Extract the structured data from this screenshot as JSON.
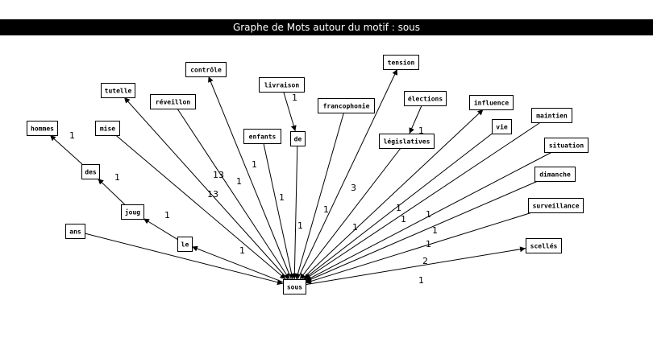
{
  "title": "Graphe de Mots autour du motif : sous",
  "nodes": [
    {
      "id": "sous",
      "label": "sous"
    },
    {
      "id": "hommes",
      "label": "hommes"
    },
    {
      "id": "des",
      "label": "des"
    },
    {
      "id": "joug",
      "label": "joug"
    },
    {
      "id": "le",
      "label": "le"
    },
    {
      "id": "ans",
      "label": "ans"
    },
    {
      "id": "mise",
      "label": "mise"
    },
    {
      "id": "tutelle",
      "label": "tutelle"
    },
    {
      "id": "reveillon",
      "label": "réveillon"
    },
    {
      "id": "controle",
      "label": "contrôle"
    },
    {
      "id": "enfants",
      "label": "enfants"
    },
    {
      "id": "livraison",
      "label": "livraison"
    },
    {
      "id": "de",
      "label": "de"
    },
    {
      "id": "francophonie",
      "label": "francophonie"
    },
    {
      "id": "tension",
      "label": "tension"
    },
    {
      "id": "elections",
      "label": "élections"
    },
    {
      "id": "legislatives",
      "label": "législatives"
    },
    {
      "id": "influence",
      "label": "influence"
    },
    {
      "id": "vie",
      "label": "vie"
    },
    {
      "id": "maintien",
      "label": "maintien"
    },
    {
      "id": "situation",
      "label": "situation"
    },
    {
      "id": "dimanche",
      "label": "dimanche"
    },
    {
      "id": "surveillance",
      "label": "surveillance"
    },
    {
      "id": "scelles",
      "label": "scellés"
    }
  ],
  "edges": [
    {
      "from": "des",
      "to": "hommes",
      "weight": "1"
    },
    {
      "from": "joug",
      "to": "des",
      "weight": "1"
    },
    {
      "from": "le",
      "to": "joug",
      "weight": "1"
    },
    {
      "from": "sous",
      "to": "le",
      "weight": "1"
    },
    {
      "from": "ans",
      "to": "sous",
      "weight": ""
    },
    {
      "from": "mise",
      "to": "sous",
      "weight": "13"
    },
    {
      "from": "sous",
      "to": "tutelle",
      "weight": "13"
    },
    {
      "from": "reveillon",
      "to": "sous",
      "weight": "1"
    },
    {
      "from": "sous",
      "to": "controle",
      "weight": "1"
    },
    {
      "from": "enfants",
      "to": "sous",
      "weight": "1"
    },
    {
      "from": "livraison",
      "to": "de",
      "weight": "1"
    },
    {
      "from": "de",
      "to": "sous",
      "weight": "1"
    },
    {
      "from": "francophonie",
      "to": "sous",
      "weight": "1"
    },
    {
      "from": "sous",
      "to": "tension",
      "weight": "3"
    },
    {
      "from": "elections",
      "to": "legislatives",
      "weight": "1"
    },
    {
      "from": "legislatives",
      "to": "sous",
      "weight": "1"
    },
    {
      "from": "sous",
      "to": "influence",
      "weight": "1"
    },
    {
      "from": "vie",
      "to": "sous",
      "weight": "1"
    },
    {
      "from": "maintien",
      "to": "sous",
      "weight": "1"
    },
    {
      "from": "situation",
      "to": "sous",
      "weight": "1"
    },
    {
      "from": "dimanche",
      "to": "sous",
      "weight": "1"
    },
    {
      "from": "surveillance",
      "to": "sous",
      "weight": "2"
    },
    {
      "from": "sous",
      "to": "scelles",
      "weight": "1"
    }
  ]
}
